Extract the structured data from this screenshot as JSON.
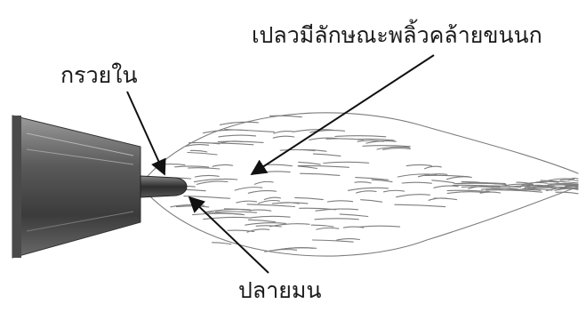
{
  "labels": {
    "feather_plume": "เปลวมีลักษณะพลิ้วคล้ายขนนก",
    "inner_cone": "กรวยใน",
    "rounded_tip": "ปลายมน"
  },
  "colors": {
    "nozzle_dark": "#3a3a3a",
    "nozzle_light": "#9a9a9a",
    "flame_stroke": "#7d7d7d",
    "arrow": "#111111"
  }
}
